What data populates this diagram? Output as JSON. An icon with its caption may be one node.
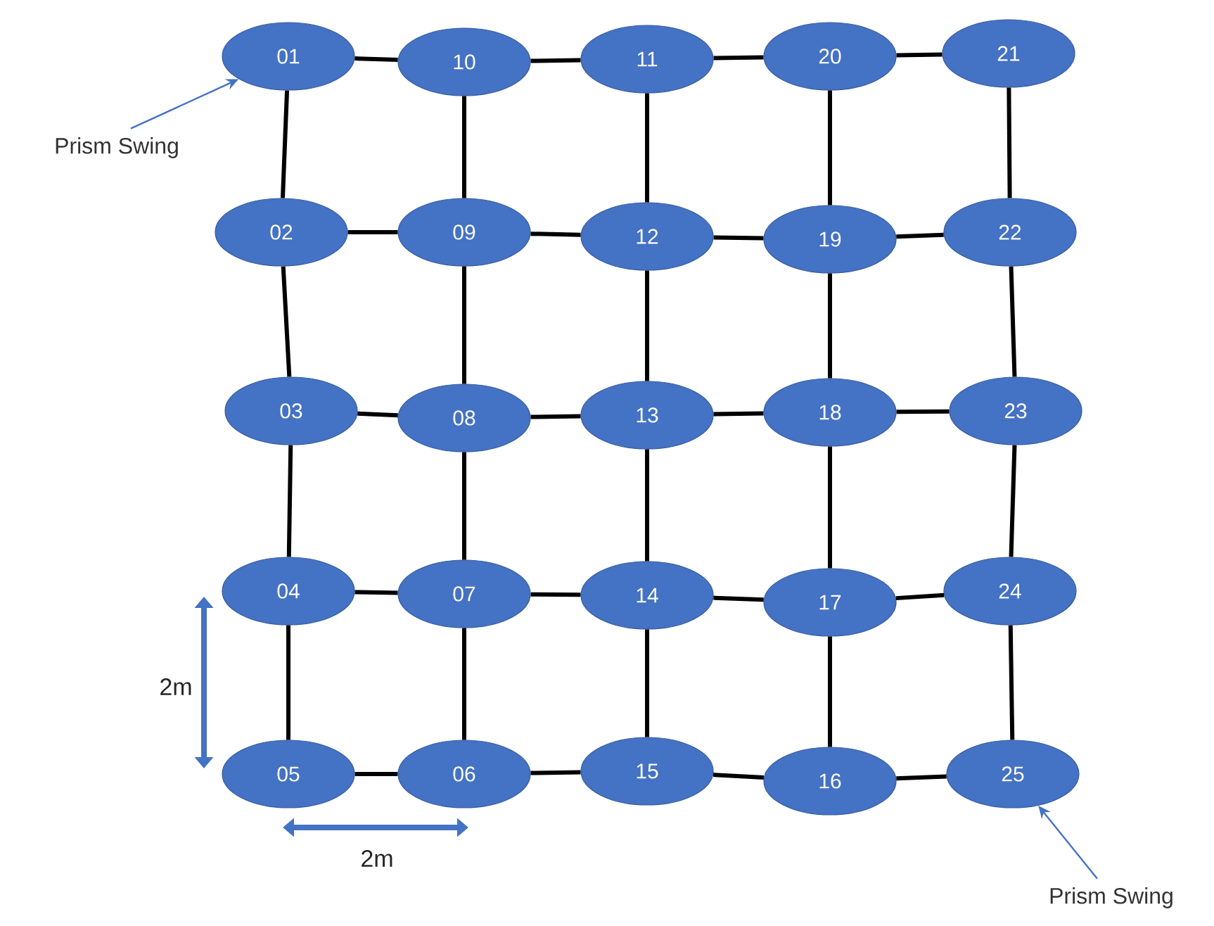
{
  "diagram": {
    "nodes": [
      {
        "text": [
          "01"
        ]
      },
      {
        "text": [
          "10"
        ]
      },
      {
        "text": [
          "11"
        ]
      },
      {
        "text": [
          "20"
        ]
      },
      {
        "text": [
          "21"
        ]
      },
      {
        "text": [
          "02"
        ]
      },
      {
        "text": [
          "09"
        ]
      },
      {
        "text": [
          "12"
        ]
      },
      {
        "text": [
          "19"
        ]
      },
      {
        "text": [
          "22"
        ]
      },
      {
        "text": [
          "03"
        ]
      },
      {
        "text": [
          "08"
        ]
      },
      {
        "text": [
          "13"
        ]
      },
      {
        "text": [
          "18"
        ]
      },
      {
        "text": [
          "23"
        ]
      },
      {
        "text": [
          "04"
        ]
      },
      {
        "text": [
          "07"
        ]
      },
      {
        "text": [
          "14"
        ]
      },
      {
        "text": [
          "17"
        ]
      },
      {
        "text": [
          "24"
        ]
      },
      {
        "text": [
          "05"
        ]
      },
      {
        "text": [
          "06"
        ]
      },
      {
        "text": [
          "15"
        ]
      },
      {
        "text": [
          "16"
        ]
      },
      {
        "text": [
          "25"
        ]
      },
      {
        "text": [
          "Prism Swing"
        ]
      },
      {
        "text": [
          "Prism Swing"
        ]
      }
    ],
    "edges": [
      {
        "from": 0,
        "to": 1,
        "arrow": "none"
      },
      {
        "from": 1,
        "to": 2,
        "arrow": "none"
      },
      {
        "from": 2,
        "to": 3,
        "arrow": "none"
      },
      {
        "from": 3,
        "to": 4,
        "arrow": "none"
      },
      {
        "from": 5,
        "to": 6,
        "arrow": "none"
      },
      {
        "from": 6,
        "to": 7,
        "arrow": "none"
      },
      {
        "from": 7,
        "to": 8,
        "arrow": "none"
      },
      {
        "from": 8,
        "to": 9,
        "arrow": "none"
      },
      {
        "from": 10,
        "to": 11,
        "arrow": "none"
      },
      {
        "from": 11,
        "to": 12,
        "arrow": "none"
      },
      {
        "from": 12,
        "to": 13,
        "arrow": "none"
      },
      {
        "from": 13,
        "to": 14,
        "arrow": "none"
      },
      {
        "from": 15,
        "to": 16,
        "arrow": "none"
      },
      {
        "from": 16,
        "to": 17,
        "arrow": "none"
      },
      {
        "from": 17,
        "to": 18,
        "arrow": "none"
      },
      {
        "from": 18,
        "to": 19,
        "arrow": "none"
      },
      {
        "from": 20,
        "to": 21,
        "arrow": "none"
      },
      {
        "from": 21,
        "to": 22,
        "arrow": "none"
      },
      {
        "from": 22,
        "to": 23,
        "arrow": "none"
      },
      {
        "from": 23,
        "to": 24,
        "arrow": "none"
      },
      {
        "from": 0,
        "to": 5,
        "arrow": "none"
      },
      {
        "from": 5,
        "to": 10,
        "arrow": "none"
      },
      {
        "from": 10,
        "to": 15,
        "arrow": "none"
      },
      {
        "from": 15,
        "to": 20,
        "arrow": "none"
      },
      {
        "from": 1,
        "to": 6,
        "arrow": "none"
      },
      {
        "from": 6,
        "to": 11,
        "arrow": "none"
      },
      {
        "from": 11,
        "to": 16,
        "arrow": "none"
      },
      {
        "from": 16,
        "to": 21,
        "arrow": "none"
      },
      {
        "from": 2,
        "to": 7,
        "arrow": "none"
      },
      {
        "from": 7,
        "to": 12,
        "arrow": "none"
      },
      {
        "from": 12,
        "to": 17,
        "arrow": "none"
      },
      {
        "from": 17,
        "to": 22,
        "arrow": "none"
      },
      {
        "from": 3,
        "to": 8,
        "arrow": "none"
      },
      {
        "from": 8,
        "to": 13,
        "arrow": "none"
      },
      {
        "from": 13,
        "to": 18,
        "arrow": "none"
      },
      {
        "from": 18,
        "to": 23,
        "arrow": "none"
      },
      {
        "from": 4,
        "to": 9,
        "arrow": "none"
      },
      {
        "from": 9,
        "to": 14,
        "arrow": "none"
      },
      {
        "from": 14,
        "to": 19,
        "arrow": "none"
      },
      {
        "from": 19,
        "to": 24,
        "arrow": "none"
      },
      {
        "from": 25,
        "to": 0,
        "arrow": "to",
        "color": "#4472c4"
      },
      {
        "from": 26,
        "to": 24,
        "arrow": "to",
        "color": "#4472c4"
      }
    ],
    "labels": [
      "2m",
      "2m"
    ]
  }
}
